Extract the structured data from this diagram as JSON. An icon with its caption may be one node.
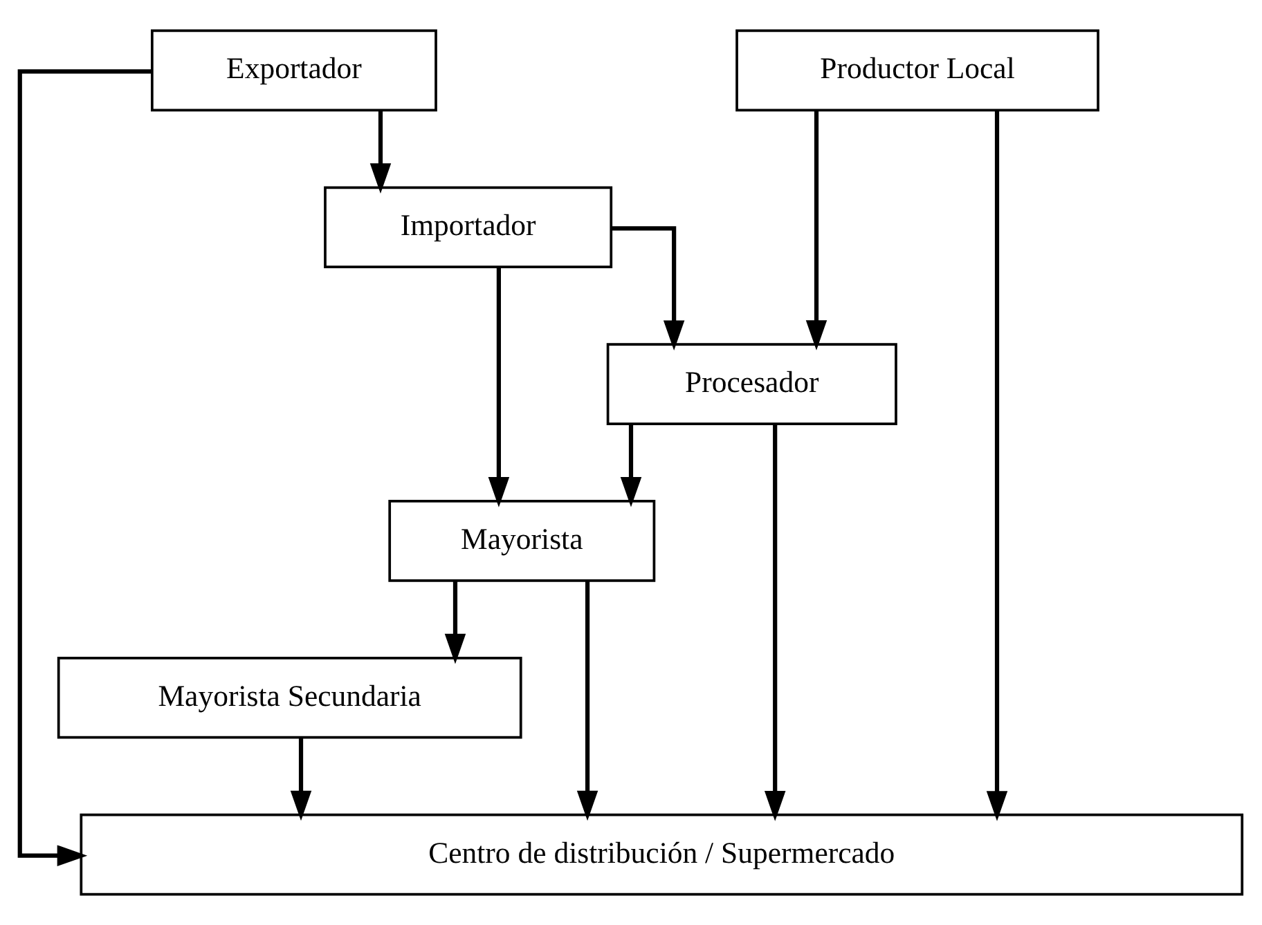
{
  "diagram": {
    "nodes": [
      {
        "text": [
          "Exportador"
        ]
      },
      {
        "text": [
          "Importador"
        ]
      },
      {
        "text": [
          "Productor Local"
        ]
      },
      {
        "text": [
          "Procesador"
        ]
      },
      {
        "text": [
          "Mayorista"
        ]
      },
      {
        "text": [
          "Mayorista Secundaria"
        ]
      },
      {
        "text": [
          "Centro de distribución / Supermercado"
        ]
      }
    ],
    "edges": [
      {
        "from": 0,
        "to": 1,
        "arrow": "to"
      },
      {
        "from": 0,
        "to": 6,
        "arrow": "to"
      },
      {
        "from": 1,
        "to": 3,
        "arrow": "to"
      },
      {
        "from": 1,
        "to": 4,
        "arrow": "to"
      },
      {
        "from": 2,
        "to": 3,
        "arrow": "to"
      },
      {
        "from": 2,
        "to": 6,
        "arrow": "to"
      },
      {
        "from": 3,
        "to": 4,
        "arrow": "to"
      },
      {
        "from": 3,
        "to": 6,
        "arrow": "to"
      },
      {
        "from": 4,
        "to": 5,
        "arrow": "to"
      },
      {
        "from": 4,
        "to": 6,
        "arrow": "to"
      },
      {
        "from": 5,
        "to": 6,
        "arrow": "to"
      }
    ]
  }
}
